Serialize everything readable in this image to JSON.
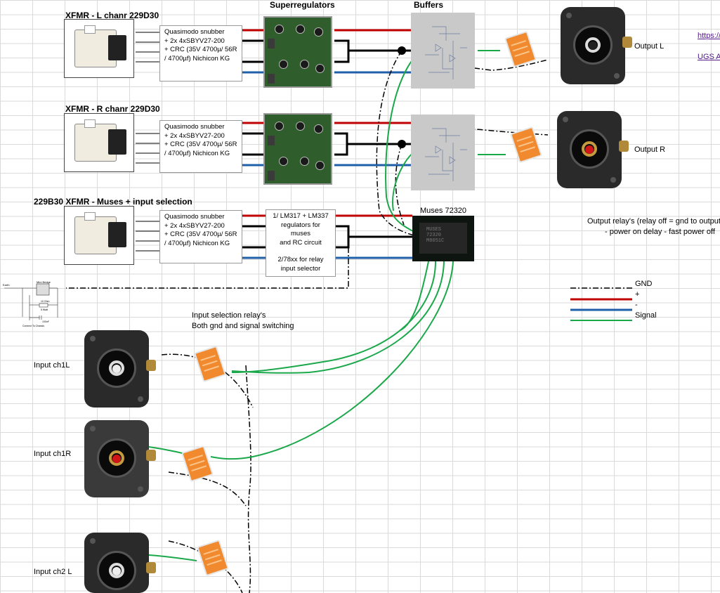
{
  "headers": {
    "superregulators": "Superregulators",
    "buffers": "Buffers"
  },
  "transformers": [
    {
      "title": "XFMR - L chanr 229D30",
      "snubber": [
        "Quasimodo snubber",
        " + 2x  4xSBYV27-200",
        " + CRC (35V 4700µ/ 56R",
        "/ 4700µf) Nichicon KG"
      ]
    },
    {
      "title": "XFMR - R chanr 229D30",
      "snubber": [
        "Quasimodo snubber",
        " + 2x  4xSBYV27-200",
        " + CRC (35V 4700µ/ 56R",
        "/ 4700µf) Nichicon KG"
      ]
    },
    {
      "title": "229B30 XFMR - Muses + input selection",
      "snubber": [
        "Quasimodo snubber",
        " + 2x  4xSBYV27-200",
        " + CRC (35V 4700µ/ 56R",
        "/ 4700µf) Nichicon KG"
      ]
    }
  ],
  "regulator_note": [
    "1/ LM317 + LM337",
    "regulators for muses",
    "and RC circuit",
    "",
    "2/78xx for relay",
    "input selector"
  ],
  "muses_label": "Muses 72320",
  "chip_marking": [
    "MUSES",
    "72320",
    "M8051C"
  ],
  "outputs": {
    "left": "Output L",
    "right": "Output R"
  },
  "inputs": {
    "ch1l": "Input ch1L",
    "ch1r": "Input ch1R",
    "ch2l": "Input ch2 L"
  },
  "relay_note": {
    "line1": "Output relay's  (relay off =  gnd to output)",
    "line2": "- power on delay     -  fast power off"
  },
  "input_relay_note": {
    "line1": "Input selection relay's",
    "line2": "Both gnd and signal switching"
  },
  "links": [
    "https://",
    "UGS A"
  ],
  "legend": [
    {
      "label": "GND",
      "color": "#000000",
      "style": "dashdot"
    },
    {
      "label": "+",
      "color": "#c00000",
      "style": "solid"
    },
    {
      "label": "-",
      "color": "#1f5fa8",
      "style": "solid"
    },
    {
      "label": "Signal",
      "color": "#1aa84a",
      "style": "solid"
    }
  ],
  "earth_schematic": {
    "earth": "Earth",
    "bridge": "Mini Bridge",
    "r": "10 Ohm",
    "r2": "5 Watt",
    "c": "100nF",
    "note": "Connect To Chassis"
  }
}
